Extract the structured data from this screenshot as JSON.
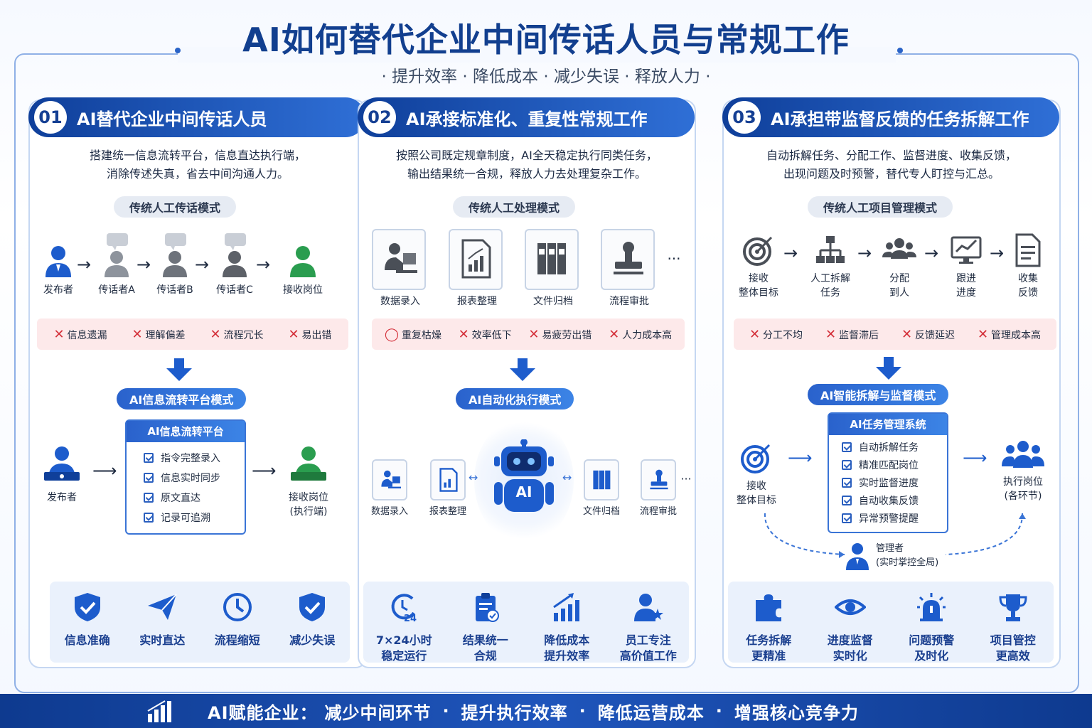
{
  "header": {
    "title": "AI如何替代企业中间传话人员与常规工作",
    "subtitle": "· 提升效率 · 降低成本 · 减少失误 · 释放人力 ·"
  },
  "panel1": {
    "num": "01",
    "title": "AI替代企业中间传话人员",
    "desc1": "搭建统一信息流转平台，信息直达执行端，",
    "desc2": "消除传述失真，省去中间沟通人力。",
    "mode_label": "传统人工传话模式",
    "chain": [
      "发布者",
      "传话者A",
      "传话者B",
      "传话者C",
      "接收岗位"
    ],
    "problems": [
      "信息遗漏",
      "理解偏差",
      "流程冗长",
      "易出错"
    ],
    "ai_mode_label": "AI信息流转平台模式",
    "platform_title": "AI信息流转平台",
    "platform_items": [
      "指令完整录入",
      "信息实时同步",
      "原文直达",
      "记录可追溯"
    ],
    "sender": "发布者",
    "receiver1": "接收岗位",
    "receiver2": "(执行端)",
    "benefits": [
      "信息准确",
      "实时直达",
      "流程缩短",
      "减少失误"
    ]
  },
  "panel2": {
    "num": "02",
    "title": "AI承接标准化、重复性常规工作",
    "desc1": "按照公司既定规章制度，AI全天稳定执行同类任务，",
    "desc2": "输出结果统一合规，释放人力去处理复杂工作。",
    "mode_label": "传统人工处理模式",
    "tasks": [
      "数据录入",
      "报表整理",
      "文件归档",
      "流程审批"
    ],
    "ellipsis": "···",
    "problems": [
      "重复枯燥",
      "效率低下",
      "易疲劳出错",
      "人力成本高"
    ],
    "ai_mode_label": "AI自动化执行模式",
    "robot_label": "AI",
    "benefits": [
      {
        "l1": "7×24小时",
        "l2": "稳定运行"
      },
      {
        "l1": "结果统一",
        "l2": "合规"
      },
      {
        "l1": "降低成本",
        "l2": "提升效率"
      },
      {
        "l1": "员工专注",
        "l2": "高价值工作"
      }
    ]
  },
  "panel3": {
    "num": "03",
    "title": "AI承担带监督反馈的任务拆解工作",
    "desc1": "自动拆解任务、分配工作、监督进度、收集反馈，",
    "desc2": "出现问题及时预警，替代专人盯控与汇总。",
    "mode_label": "传统人工项目管理模式",
    "steps": [
      {
        "l1": "接收",
        "l2": "整体目标"
      },
      {
        "l1": "人工拆解",
        "l2": "任务"
      },
      {
        "l1": "分配",
        "l2": "到人"
      },
      {
        "l1": "跟进",
        "l2": "进度"
      },
      {
        "l1": "收集",
        "l2": "反馈"
      }
    ],
    "problems": [
      "分工不均",
      "监督滞后",
      "反馈延迟",
      "管理成本高"
    ],
    "ai_mode_label": "AI智能拆解与监督模式",
    "system_title": "AI任务管理系统",
    "system_items": [
      "自动拆解任务",
      "精准匹配岗位",
      "实时监督进度",
      "自动收集反馈",
      "异常预警提醒"
    ],
    "left_l1": "接收",
    "left_l2": "整体目标",
    "right_l1": "执行岗位",
    "right_l2": "(各环节)",
    "manager_l1": "管理者",
    "manager_l2": "(实时掌控全局)",
    "benefits": [
      {
        "l1": "任务拆解",
        "l2": "更精准"
      },
      {
        "l1": "进度监督",
        "l2": "实时化"
      },
      {
        "l1": "问题预警",
        "l2": "及时化"
      },
      {
        "l1": "项目管控",
        "l2": "更高效"
      }
    ]
  },
  "footer": {
    "lead": "AI赋能企业：",
    "items": [
      "减少中间环节",
      "提升执行效率",
      "降低运营成本",
      "增强核心竞争力"
    ]
  },
  "colors": {
    "primary": "#1a4fb0",
    "accent": "#2f6fd6",
    "warning": "#d4303a",
    "success": "#2a9d4f"
  }
}
